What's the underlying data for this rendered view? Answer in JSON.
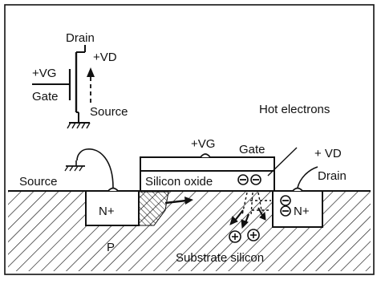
{
  "symbol": {
    "drain": "Drain",
    "vd": "+VD",
    "vg": "+VG",
    "gate": "Gate",
    "source": "Source"
  },
  "cross_section": {
    "vg": "+VG",
    "gate": "Gate",
    "hot_electrons": "Hot electrons",
    "vd": "+ VD",
    "drain": "Drain",
    "source": "Source",
    "silicon_oxide": "Silicon oxide",
    "n_plus_left": "N+",
    "n_plus_right": "N+",
    "p_region": "P",
    "substrate": "Substrate silicon"
  },
  "colors": {
    "ink": "#111111",
    "background": "#ffffff"
  }
}
